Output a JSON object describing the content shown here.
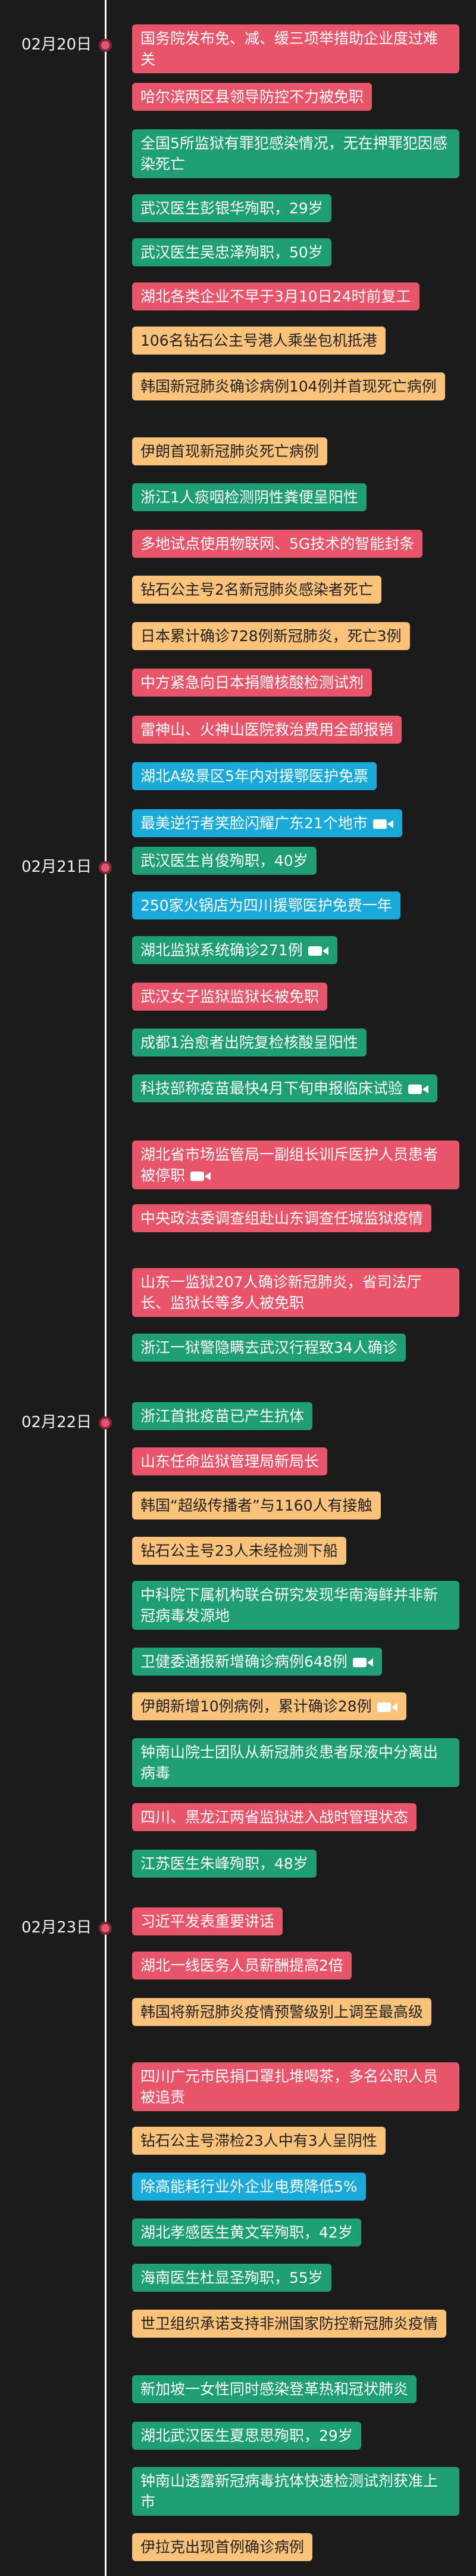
{
  "colors": {
    "background": "#1b1b1b",
    "axis": "#ffffff",
    "dot": "#e8556a",
    "red": "#e8556a",
    "green": "#1d9e76",
    "yellow": "#fbc37a",
    "blue": "#1aaad9"
  },
  "groups": [
    {
      "date": "02月20日",
      "events": [
        {
          "text": "国务院发布免、减、缓三项举措助企业度过难关",
          "color": "red",
          "video": false
        },
        {
          "text": "哈尔滨两区县领导防控不力被免职",
          "color": "red",
          "video": false
        },
        {
          "text": "全国5所监狱有罪犯感染情况，无在押罪犯因感染死亡",
          "color": "green",
          "video": false
        },
        {
          "text": "武汉医生彭银华殉职，29岁",
          "color": "green",
          "video": false
        },
        {
          "text": "武汉医生吴忠泽殉职，50岁",
          "color": "green",
          "video": false
        },
        {
          "text": "湖北各类企业不早于3月10日24时前复工",
          "color": "red",
          "video": false
        },
        {
          "text": "106名钻石公主号港人乘坐包机抵港",
          "color": "yellow",
          "video": false
        },
        {
          "text": "韩国新冠肺炎确诊病例104例并首现死亡病例",
          "color": "yellow",
          "video": false
        },
        {
          "text": "伊朗首现新冠肺炎死亡病例",
          "color": "yellow",
          "video": false
        },
        {
          "text": "浙江1人痰咽检测阴性粪便呈阳性",
          "color": "green",
          "video": false
        },
        {
          "text": "多地试点使用物联网、5G技术的智能封条",
          "color": "red",
          "video": false
        },
        {
          "text": "钻石公主号2名新冠肺炎感染者死亡",
          "color": "yellow",
          "video": false
        },
        {
          "text": "日本累计确诊728例新冠肺炎，死亡3例",
          "color": "yellow",
          "video": false
        },
        {
          "text": "中方紧急向日本捐赠核酸检测试剂",
          "color": "red",
          "video": false
        },
        {
          "text": "雷神山、火神山医院救治费用全部报销",
          "color": "red",
          "video": false
        },
        {
          "text": "湖北A级景区5年内对援鄂医护免票",
          "color": "blue",
          "video": false
        },
        {
          "text": "最美逆行者笑脸闪耀广东21个地市",
          "color": "blue",
          "video": true
        }
      ]
    },
    {
      "date": "02月21日",
      "events": [
        {
          "text": "武汉医生肖俊殉职，40岁",
          "color": "green",
          "video": false
        },
        {
          "text": "250家火锅店为四川援鄂医护免费一年",
          "color": "blue",
          "video": false
        },
        {
          "text": "湖北监狱系统确诊271例",
          "color": "green",
          "video": true
        },
        {
          "text": "武汉女子监狱监狱长被免职",
          "color": "red",
          "video": false
        },
        {
          "text": "成都1治愈者出院复检核酸呈阳性",
          "color": "green",
          "video": false
        },
        {
          "text": "科技部称疫苗最快4月下旬申报临床试验",
          "color": "green",
          "video": true
        },
        {
          "text": "湖北省市场监管局一副组长训斥医护人员患者被停职",
          "color": "red",
          "video": true
        },
        {
          "text": "中央政法委调查组赴山东调查任城监狱疫情",
          "color": "red",
          "video": false
        },
        {
          "text": "山东一监狱207人确诊新冠肺炎，省司法厅长、监狱长等多人被免职",
          "color": "red",
          "video": false
        },
        {
          "text": "浙江一狱警隐瞒去武汉行程致34人确诊",
          "color": "green",
          "video": false
        }
      ]
    },
    {
      "date": "02月22日",
      "events": [
        {
          "text": "浙江首批疫苗已产生抗体",
          "color": "green",
          "video": false
        },
        {
          "text": "山东任命监狱管理局新局长",
          "color": "red",
          "video": false
        },
        {
          "text": "韩国“超级传播者”与1160人有接触",
          "color": "yellow",
          "video": false
        },
        {
          "text": "钻石公主号23人未经检测下船",
          "color": "yellow",
          "video": false
        },
        {
          "text": "中科院下属机构联合研究发现华南海鲜并非新冠病毒发源地",
          "color": "green",
          "video": false
        },
        {
          "text": "卫健委通报新增确诊病例648例",
          "color": "green",
          "video": true
        },
        {
          "text": "伊朗新增10例病例，累计确诊28例",
          "color": "yellow",
          "video": true
        },
        {
          "text": "钟南山院士团队从新冠肺炎患者尿液中分离出病毒",
          "color": "green",
          "video": false
        },
        {
          "text": "四川、黑龙江两省监狱进入战时管理状态",
          "color": "red",
          "video": false
        },
        {
          "text": "江苏医生朱峰殉职，48岁",
          "color": "green",
          "video": false
        }
      ]
    },
    {
      "date": "02月23日",
      "events": [
        {
          "text": "习近平发表重要讲话",
          "color": "red",
          "video": false
        },
        {
          "text": "湖北一线医务人员薪酬提高2倍",
          "color": "red",
          "video": false
        },
        {
          "text": "韩国将新冠肺炎疫情预警级别上调至最高级",
          "color": "yellow",
          "video": false
        },
        {
          "text": "四川广元市民捐口罩扎堆喝茶，多名公职人员被追责",
          "color": "red",
          "video": false
        },
        {
          "text": "钻石公主号滞检23人中有3人呈阴性",
          "color": "yellow",
          "video": false
        },
        {
          "text": "除高能耗行业外企业电费降低5%",
          "color": "blue",
          "video": false
        },
        {
          "text": "湖北孝感医生黄文军殉职，42岁",
          "color": "green",
          "video": false
        },
        {
          "text": "海南医生杜显圣殉职，55岁",
          "color": "green",
          "video": false
        },
        {
          "text": "世卫组织承诺支持非洲国家防控新冠肺炎疫情",
          "color": "yellow",
          "video": false
        },
        {
          "text": "新加坡一女性同时感染登革热和冠状肺炎",
          "color": "green",
          "video": false
        },
        {
          "text": "湖北武汉医生夏思思殉职，29岁",
          "color": "green",
          "video": false
        },
        {
          "text": "钟南山透露新冠病毒抗体快速检测试剂获准上市",
          "color": "green",
          "video": false
        },
        {
          "text": "伊拉克出现首例确诊病例",
          "color": "yellow",
          "video": false
        }
      ]
    }
  ]
}
